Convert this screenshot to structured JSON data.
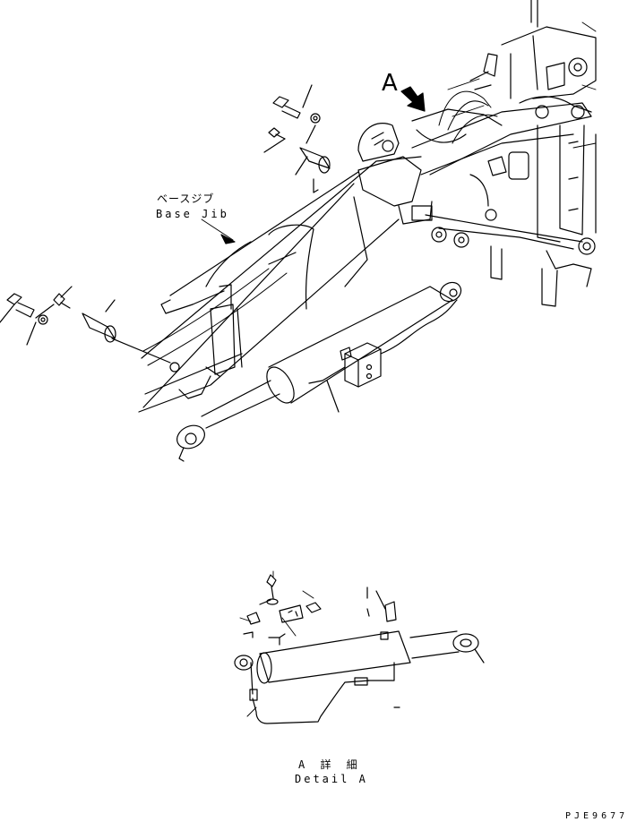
{
  "labels": {
    "base_jib_jp": "ベースジブ",
    "base_jib_en": "Base Jib",
    "view_marker": "A",
    "detail_jp": "A 詳 細",
    "detail_en": "Detail A",
    "drawing_no": "PJE9677"
  },
  "colors": {
    "line": "#000000",
    "background": "#ffffff"
  }
}
